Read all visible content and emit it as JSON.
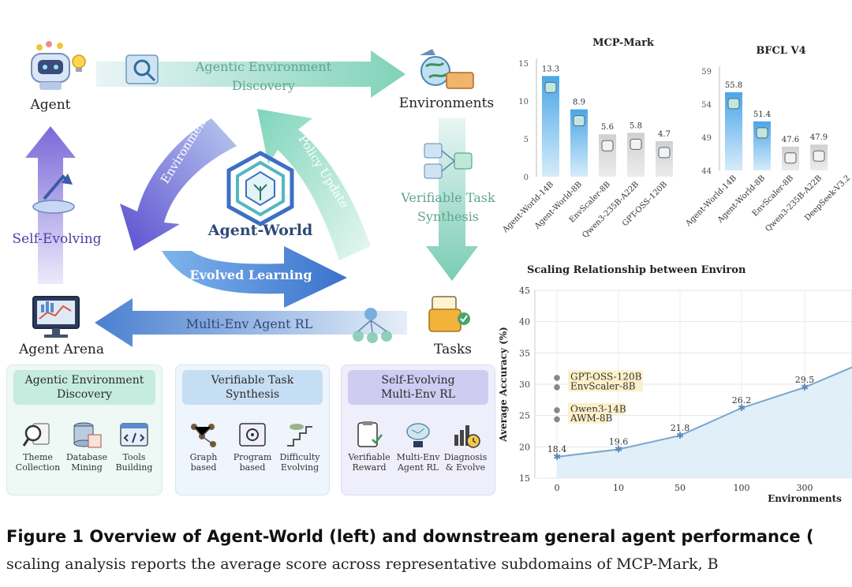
{
  "diagram": {
    "nodes": {
      "agent": "Agent",
      "environments": "Environments",
      "tasks": "Tasks",
      "agent_arena": "Agent Arena",
      "self_evolving": "Self-Evolving",
      "center": "Agent-World"
    },
    "arrows": {
      "discovery_line1": "Agentic Environment",
      "discovery_line2": "Discovery",
      "environment": "Environment",
      "policy_update": "Policy Update",
      "verifiable_line1": "Verifiable Task",
      "verifiable_line2": "Synthesis",
      "evolved_learning": "Evolved Learning",
      "multi_env": "Multi-Env Agent RL"
    },
    "boxes": [
      {
        "title_line1": "Agentic Environment",
        "title_line2": "Discovery",
        "items": [
          {
            "line1": "Theme",
            "line2": "Collection",
            "icon": "search-doc-icon"
          },
          {
            "line1": "Database",
            "line2": "Mining",
            "icon": "database-icon"
          },
          {
            "line1": "Tools",
            "line2": "Building",
            "icon": "code-window-icon"
          }
        ]
      },
      {
        "title_line1": "Verifiable Task",
        "title_line2": "Synthesis",
        "items": [
          {
            "line1": "Graph",
            "line2": "based",
            "icon": "graph-icon"
          },
          {
            "line1": "Program",
            "line2": "based",
            "icon": "program-icon"
          },
          {
            "line1": "Difficulty",
            "line2": "Evolving",
            "icon": "stairs-icon"
          }
        ]
      },
      {
        "title_line1": "Self-Evolving",
        "title_line2": "Multi-Env RL",
        "items": [
          {
            "line1": "Verifiable",
            "line2": "Reward",
            "icon": "clipboard-icon"
          },
          {
            "line1": "Multi-Env",
            "line2": "Agent RL",
            "icon": "brain-icon"
          },
          {
            "line1": "Diagnosis",
            "line2": "& Evolve",
            "icon": "chart-clock-icon"
          }
        ]
      }
    ]
  },
  "caption": {
    "title": "Figure 1  Overview of Agent-World (left) and downstream general agent performance (",
    "text": "scaling analysis reports the average score across representative subdomains of MCP-Mark, B"
  },
  "chart_data": [
    {
      "type": "bar",
      "title": "MCP-Mark",
      "categories": [
        "Agent-World-14B",
        "Agent-World-8B",
        "EnvScaler-8B",
        "Qwen3-235B-A22B",
        "GPT-OSS-120B"
      ],
      "values": [
        13.3,
        8.9,
        5.6,
        5.8,
        4.7
      ],
      "ylim": [
        0,
        15
      ],
      "yticks": [
        "0",
        "5",
        "10",
        "15"
      ],
      "grid": false
    },
    {
      "type": "bar",
      "title": "BFCL V4",
      "categories": [
        "Agent-World-14B",
        "Agent-World-8B",
        "EnvScaler-8B",
        "Qwen3-235B-A22B",
        "DeepSeek-V3.2"
      ],
      "values": [
        55.8,
        51.4,
        47.6,
        47.9,
        null
      ],
      "ylim": [
        44,
        59
      ],
      "yticks": [
        "44",
        "49",
        "54",
        "59"
      ],
      "grid": false
    },
    {
      "type": "area",
      "title": "Scaling Relationship between Environ",
      "xlabel": "Environments",
      "ylabel": "Average Accuracy (%)",
      "categories": [
        "0",
        "10",
        "50",
        "100",
        "300"
      ],
      "values": [
        18.4,
        19.6,
        21.8,
        26.2,
        29.5
      ],
      "ylim": [
        15,
        45
      ],
      "yticks": [
        "15",
        "20",
        "25",
        "30",
        "35",
        "40",
        "45"
      ],
      "grid": true,
      "annotations": [
        "GPT-OSS-120B",
        "EnvScaler-8B",
        "Qwen3-14B",
        "AWM-8B"
      ],
      "colors": {
        "line": "#7aa6cf",
        "fill": "#dcecf8"
      }
    }
  ],
  "colors": {
    "teal": "#8fd6c2",
    "blue": "#4a7fd0",
    "purple": "#6b57c8",
    "box1": "#e7f6f1",
    "box2": "#e6f1fb",
    "box3": "#ecebfa",
    "bar_hi": "#5aaeea",
    "bar_lo": "#dddddd"
  }
}
